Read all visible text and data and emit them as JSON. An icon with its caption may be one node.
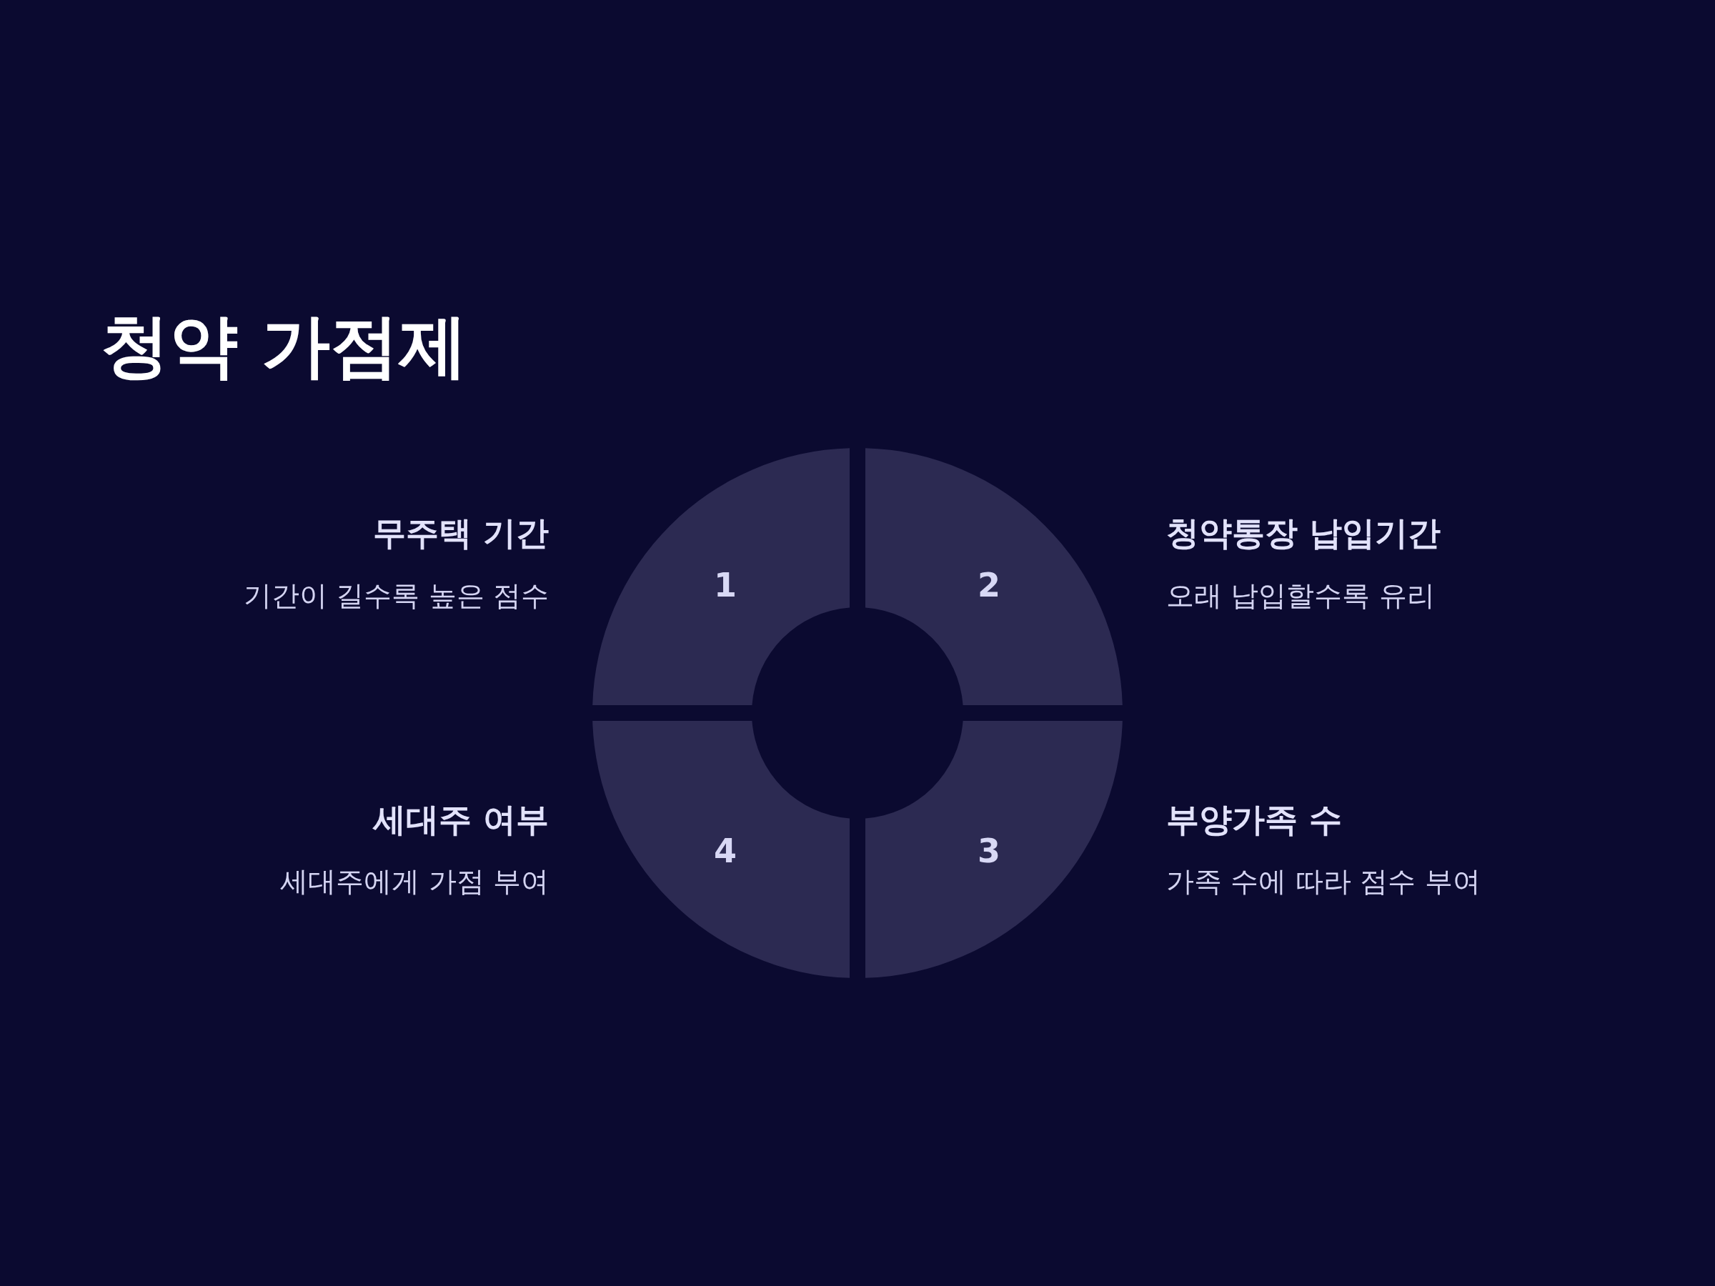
{
  "diagram": {
    "title": "청약 가점제",
    "nodes": [
      {
        "text": [
          "1"
        ],
        "beside": [
          "무주택 기간",
          "기간이 길수록 높은 점수"
        ]
      },
      {
        "text": [
          "2"
        ],
        "beside": [
          "청약통장 납입기간",
          "오래 납입할수록 유리"
        ]
      },
      {
        "text": [
          "3"
        ],
        "beside": [
          "부양가족 수",
          "가족 수에 따라 점수 부여"
        ]
      },
      {
        "text": [
          "4"
        ],
        "beside": [
          "세대주 여부",
          "세대주에게 가점 부여"
        ]
      }
    ]
  }
}
